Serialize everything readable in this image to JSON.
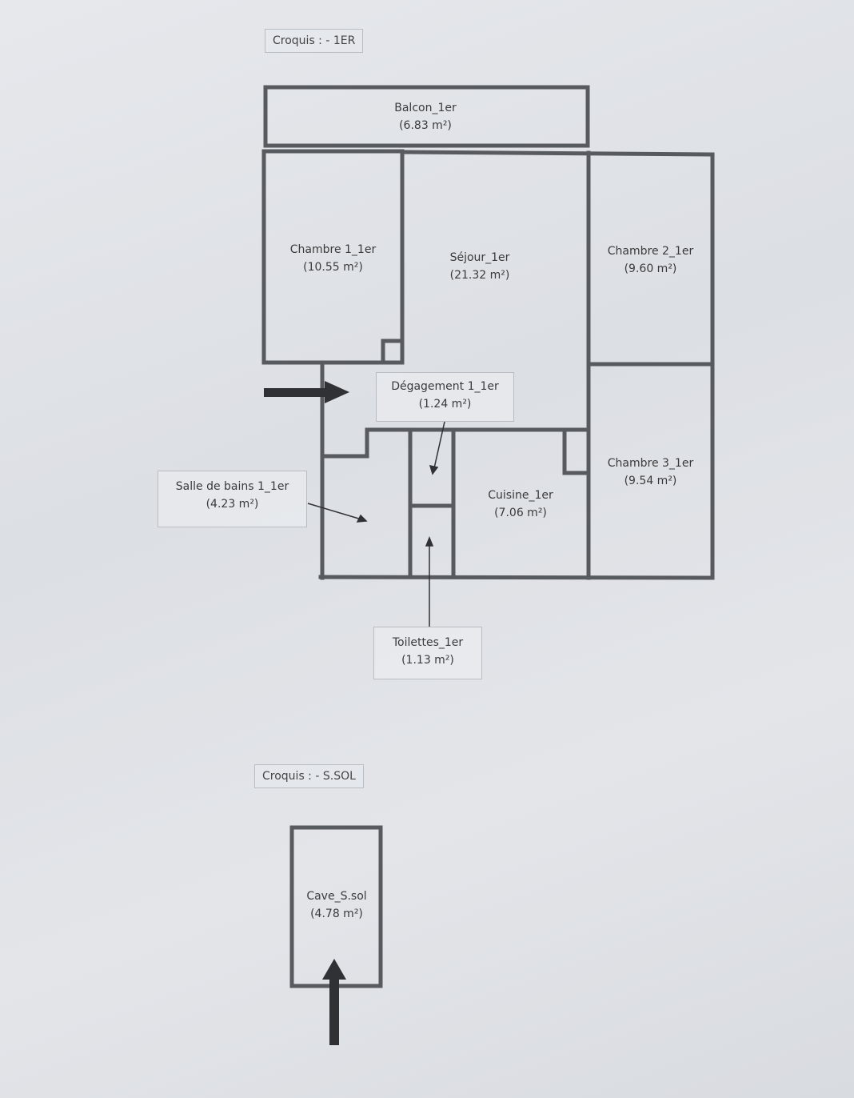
{
  "sections": [
    {
      "header": "Croquis : - 1ER"
    },
    {
      "header": "Croquis : - S.SOL"
    }
  ],
  "rooms": {
    "balcon": {
      "name": "Balcon_1er",
      "area": "(6.83 m²)"
    },
    "chambre1": {
      "name": "Chambre 1_1er",
      "area": "(10.55 m²)"
    },
    "sejour": {
      "name": "Séjour_1er",
      "area": "(21.32 m²)"
    },
    "chambre2": {
      "name": "Chambre 2_1er",
      "area": "(9.60 m²)"
    },
    "degagement": {
      "name": "Dégagement 1_1er",
      "area": "(1.24 m²)"
    },
    "salle_de_bains": {
      "name": "Salle de bains 1_1er",
      "area": "(4.23 m²)"
    },
    "cuisine": {
      "name": "Cuisine_1er",
      "area": "(7.06 m²)"
    },
    "chambre3": {
      "name": "Chambre 3_1er",
      "area": "(9.54 m²)"
    },
    "toilettes": {
      "name": "Toilettes_1er",
      "area": "(1.13 m²)"
    },
    "cave": {
      "name": "Cave_S.sol",
      "area": "(4.78 m²)"
    }
  },
  "colors": {
    "wall": "#575a5e",
    "arrow": "#2f3134",
    "paper": "#e2e4e8"
  }
}
